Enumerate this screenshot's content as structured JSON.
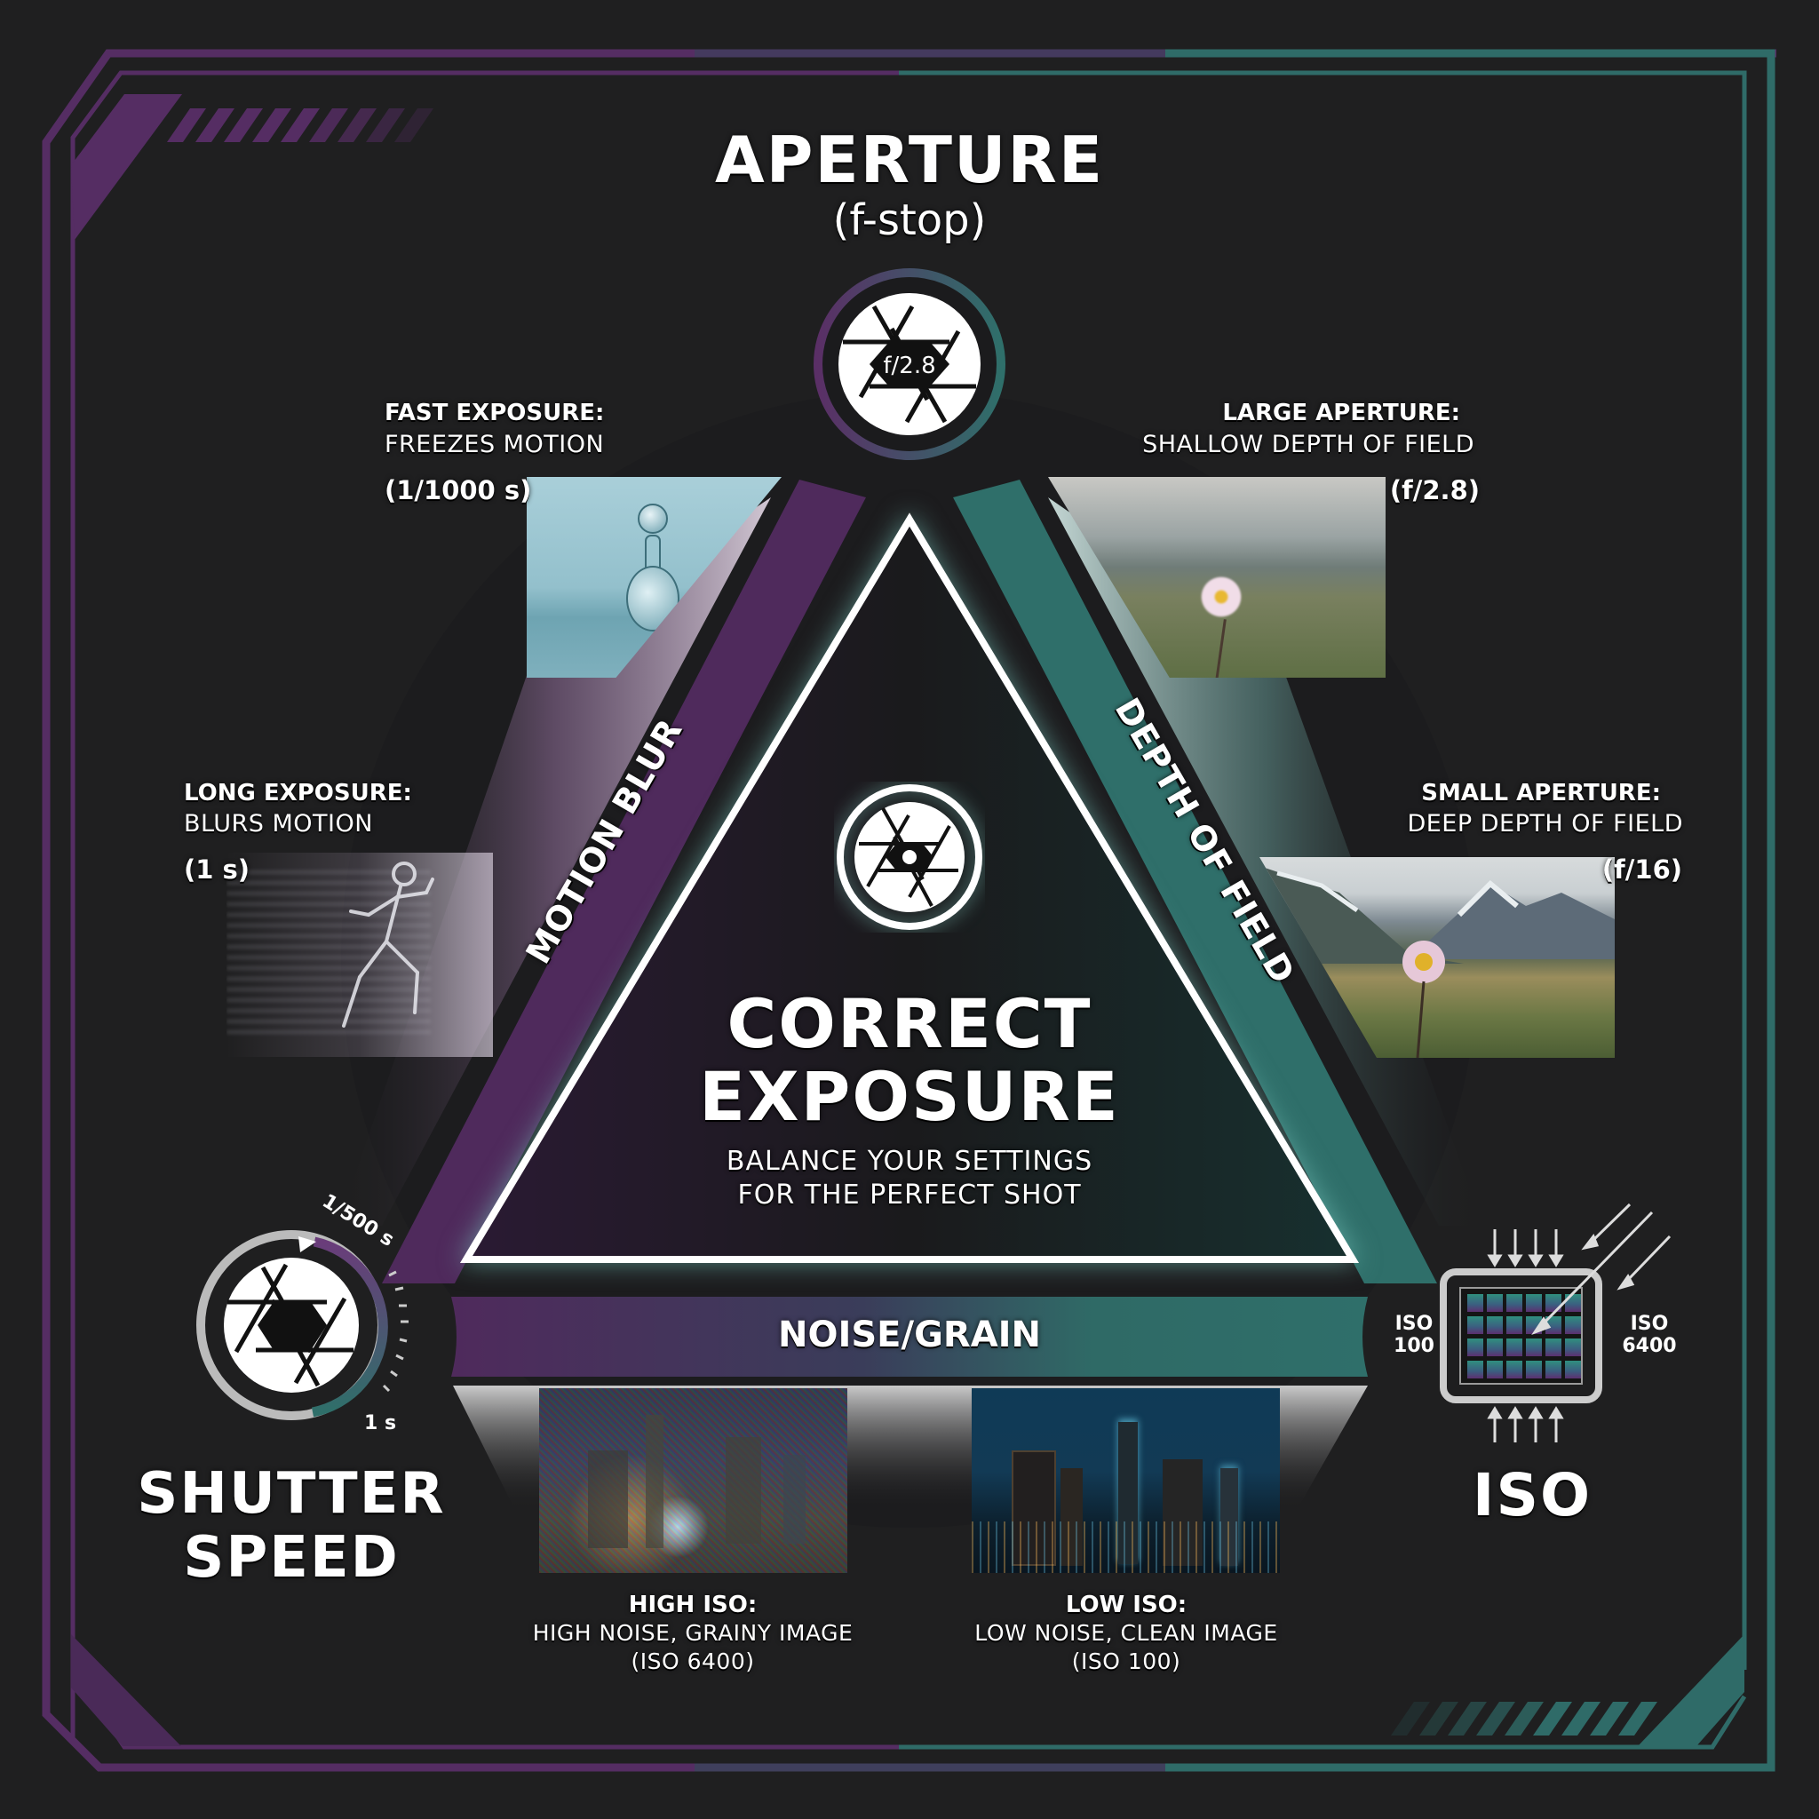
{
  "colors": {
    "background": "#1f1f20",
    "purple": "#4f2a5c",
    "purple_light": "#6a3c7a",
    "teal": "#2f6f6a",
    "teal_light": "#3d8a83",
    "white": "#ffffff"
  },
  "aperture": {
    "title": "APERTURE",
    "subtitle": "(f-stop)",
    "icon_value": "f/2.8",
    "icon": "aperture-icon"
  },
  "center": {
    "title_line1": "CORRECT",
    "title_line2": "EXPOSURE",
    "subtitle_line1": "BALANCE YOUR SETTINGS",
    "subtitle_line2": "FOR THE PERFECT SHOT",
    "icon": "aperture-icon"
  },
  "bands": {
    "left": "MOTION BLUR",
    "right": "DEPTH OF FIELD",
    "bottom": "NOISE/GRAIN"
  },
  "shutter": {
    "title_line1": "SHUTTER",
    "title_line2": "SPEED",
    "dial_top": "1/500 s",
    "dial_bottom": "1 s",
    "icon": "shutter-dial-icon"
  },
  "iso": {
    "title": "ISO",
    "left_label_line1": "ISO",
    "left_label_line2": "100",
    "right_label_line1": "ISO",
    "right_label_line2": "6400",
    "icon": "sensor-icon"
  },
  "examples": {
    "fast_exposure": {
      "heading": "FAST EXPOSURE:",
      "description": "FREEZES MOTION",
      "value": "(1/1000 s)",
      "image": "water-droplet-photo"
    },
    "long_exposure": {
      "heading": "LONG EXPOSURE:",
      "description": "BLURS MOTION",
      "value": "(1 s)",
      "image": "running-man-blur-photo"
    },
    "large_aperture": {
      "heading": "LARGE APERTURE:",
      "description": "SHALLOW DEPTH OF FIELD",
      "value": "(f/2.8)",
      "image": "blurred-flower-field-photo"
    },
    "small_aperture": {
      "heading": "SMALL APERTURE:",
      "description": "DEEP DEPTH OF FIELD",
      "value": "(f/16)",
      "image": "sharp-mountain-flower-photo"
    },
    "high_iso": {
      "heading": "HIGH ISO:",
      "description": "HIGH NOISE, GRAINY IMAGE",
      "value": "(ISO 6400)",
      "image": "noisy-city-night-photo"
    },
    "low_iso": {
      "heading": "LOW ISO:",
      "description": "LOW NOISE, CLEAN IMAGE",
      "value": "(ISO 100)",
      "image": "clean-city-night-photo"
    }
  }
}
